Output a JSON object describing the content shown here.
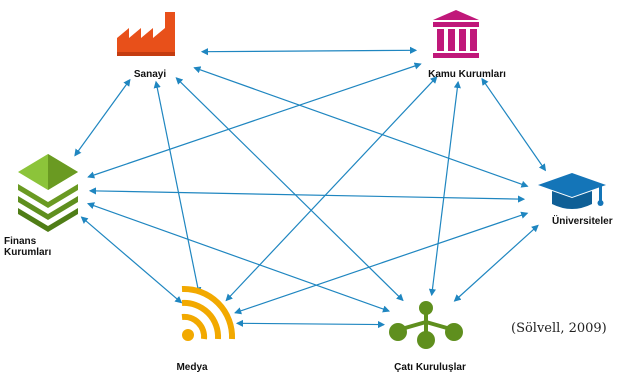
{
  "nodes": {
    "sanayi": {
      "label": "Sanayi",
      "icon": "factory-icon",
      "color": "#e8501a"
    },
    "kamu": {
      "label": "Kamu Kurumları",
      "icon": "government-building-icon",
      "color": "#c0187a"
    },
    "finans": {
      "label_line1": "Finans",
      "label_line2": "Kurumları",
      "icon": "stacked-layers-icon",
      "color": "#6a9a22"
    },
    "universiteler": {
      "label": "Üniversiteler",
      "icon": "graduation-cap-icon",
      "color": "#1475b8"
    },
    "medya": {
      "label": "Medya",
      "icon": "rss-feed-icon",
      "color": "#f2a900"
    },
    "cati": {
      "label": "Çatı Kuruluşlar",
      "icon": "network-tree-icon",
      "color": "#5f8f1e"
    }
  },
  "edges": [
    [
      "sanayi",
      "kamu"
    ],
    [
      "sanayi",
      "finans"
    ],
    [
      "sanayi",
      "universiteler"
    ],
    [
      "sanayi",
      "medya"
    ],
    [
      "sanayi",
      "cati"
    ],
    [
      "kamu",
      "finans"
    ],
    [
      "kamu",
      "universiteler"
    ],
    [
      "kamu",
      "medya"
    ],
    [
      "kamu",
      "cati"
    ],
    [
      "finans",
      "universiteler"
    ],
    [
      "finans",
      "medya"
    ],
    [
      "finans",
      "cati"
    ],
    [
      "universiteler",
      "medya"
    ],
    [
      "universiteler",
      "cati"
    ],
    [
      "medya",
      "cati"
    ]
  ],
  "arrow_color": "#1f86c0",
  "citation": "(Sölvell, 2009)"
}
